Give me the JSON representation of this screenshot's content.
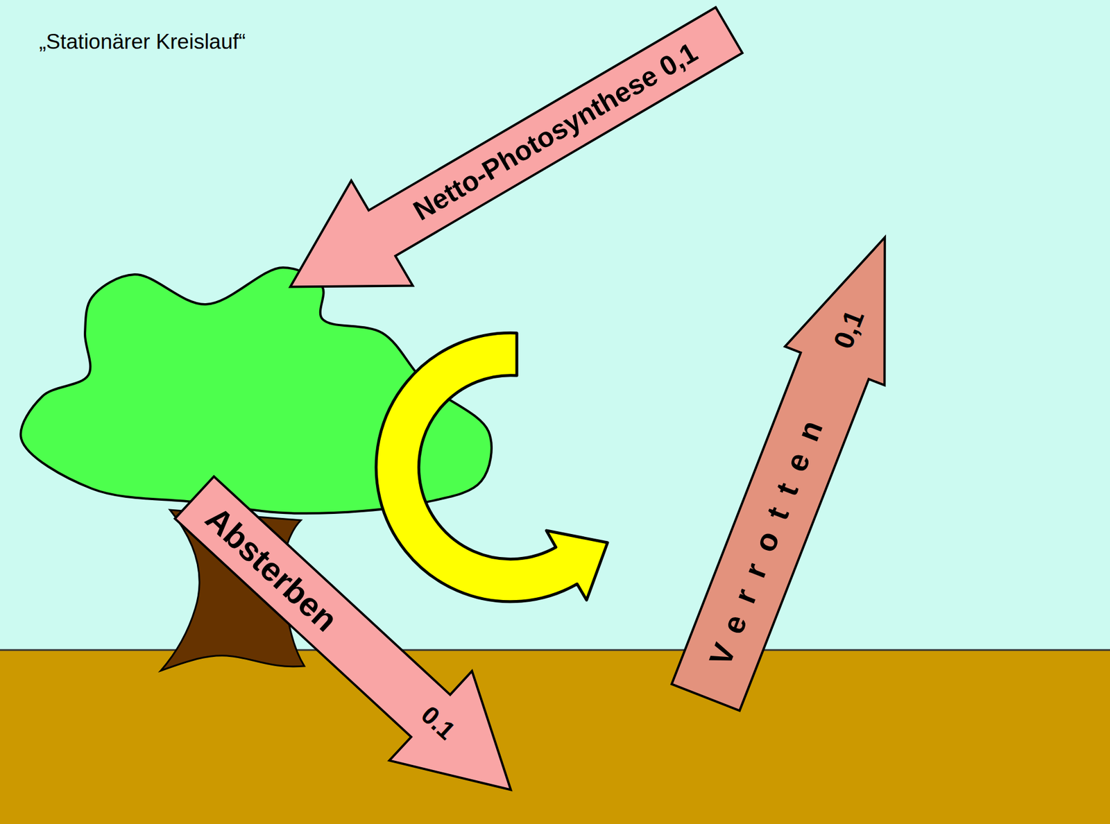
{
  "diagram": {
    "title": "„Stationärer Kreislauf“",
    "nodes": [
      {
        "text": [
          "Netto-Photosynthese 0,1"
        ]
      },
      {
        "text": [
          "Absterben",
          "0.1"
        ]
      },
      {
        "text": [
          "Verrotten",
          "0,1"
        ]
      }
    ]
  }
}
